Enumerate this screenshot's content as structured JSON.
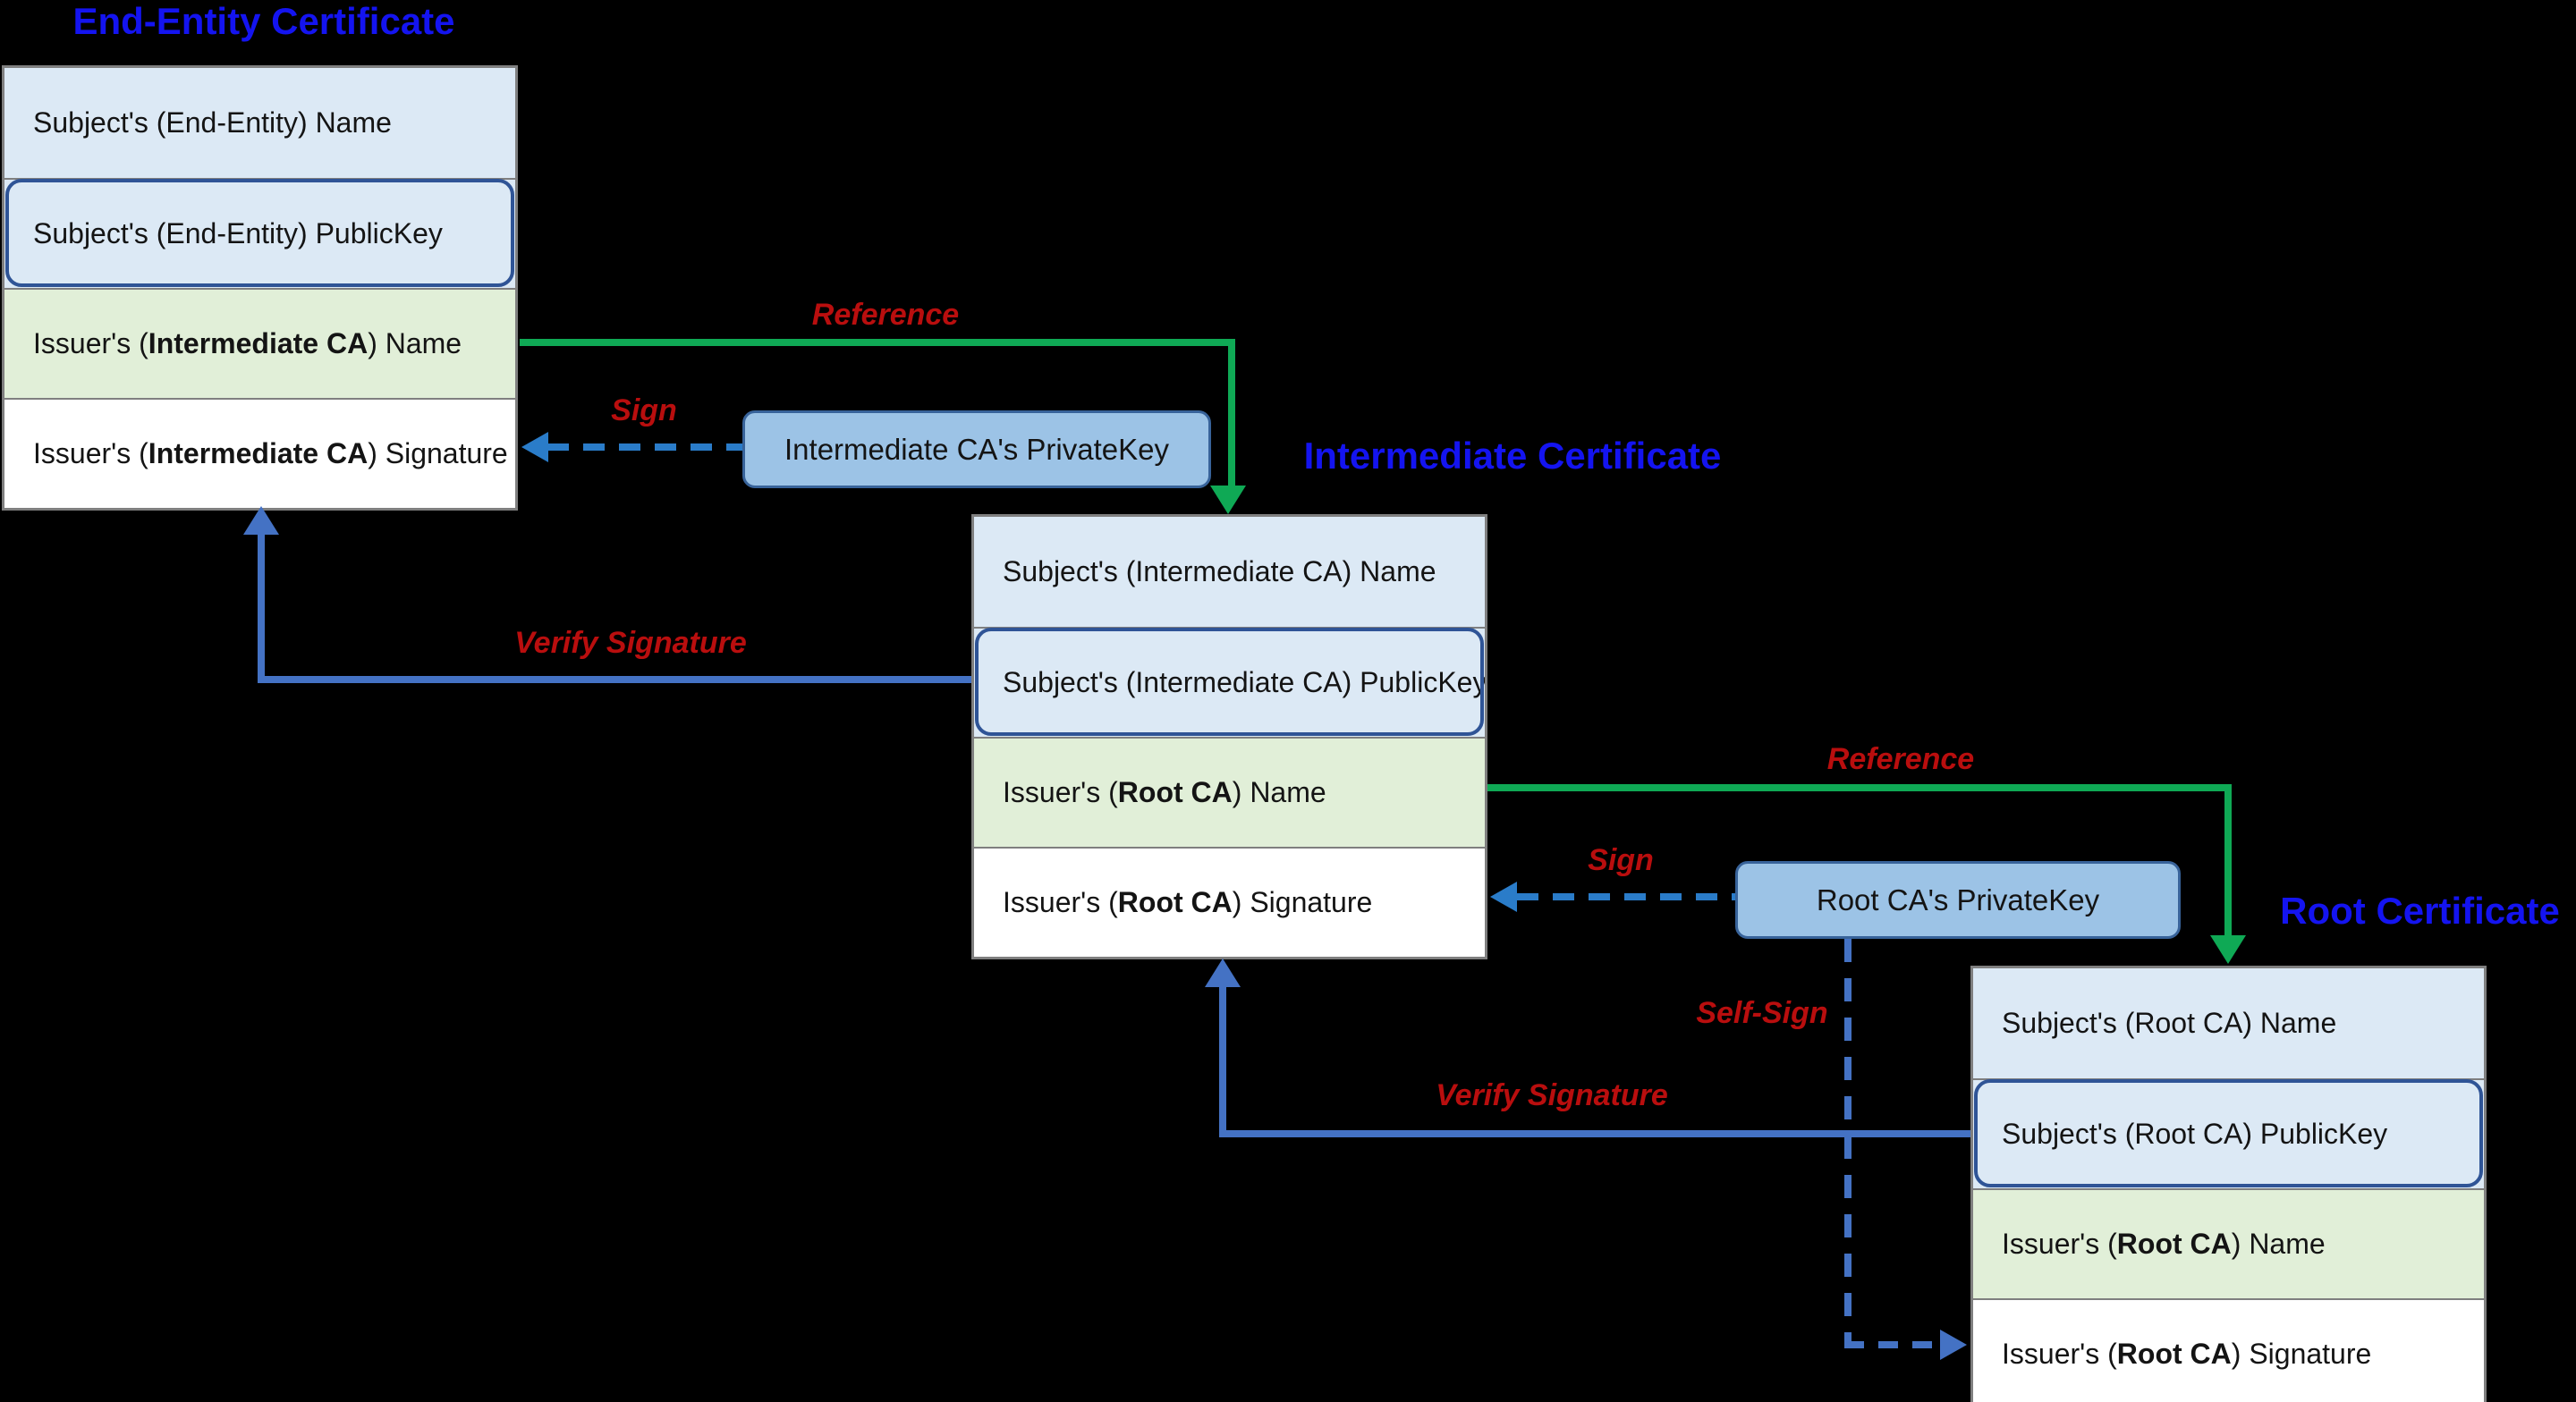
{
  "diagram": {
    "description": "X.509 certificate chain of trust",
    "colors": {
      "background": "#000000",
      "title_text": "#1414f0",
      "label_text": "#b90e0e",
      "reference_arrow": "#0fa955",
      "sign_arrow": "#2a7cc9",
      "verify_arrow": "#4472c4",
      "row_blue_fill": "#dce9f5",
      "row_green_fill": "#e1efd8",
      "row_white_fill": "#ffffff",
      "pubkey_outline": "#2f5496",
      "key_box_fill": "#9cc3e6",
      "key_box_border": "#38639a",
      "cert_border": "#7f7f7f"
    }
  },
  "certs": [
    {
      "title": "End-Entity Certificate",
      "rows": [
        {
          "pre": "Subject's (End-Entity) Name",
          "bold": "",
          "post": ""
        },
        {
          "pre": "Subject's (End-Entity) PublicKey",
          "bold": "",
          "post": ""
        },
        {
          "pre": "Issuer's (",
          "bold": "Intermediate CA",
          "post": ") Name"
        },
        {
          "pre": "Issuer's (",
          "bold": "Intermediate CA",
          "post": ") Signature"
        }
      ]
    },
    {
      "title": "Intermediate Certificate",
      "rows": [
        {
          "pre": "Subject's (Intermediate CA) Name",
          "bold": "",
          "post": ""
        },
        {
          "pre": "Subject's (Intermediate CA) PublicKey",
          "bold": "",
          "post": ""
        },
        {
          "pre": "Issuer's (",
          "bold": "Root CA",
          "post": ") Name"
        },
        {
          "pre": "Issuer's (",
          "bold": "Root CA",
          "post": ") Signature"
        }
      ]
    },
    {
      "title": "Root Certificate",
      "rows": [
        {
          "pre": "Subject's (Root CA) Name",
          "bold": "",
          "post": ""
        },
        {
          "pre": "Subject's (Root CA) PublicKey",
          "bold": "",
          "post": ""
        },
        {
          "pre": "Issuer's (",
          "bold": "Root CA",
          "post": ") Name"
        },
        {
          "pre": "Issuer's (",
          "bold": "Root CA",
          "post": ") Signature"
        }
      ]
    }
  ],
  "keys": [
    {
      "label": "Intermediate CA's PrivateKey"
    },
    {
      "label": "Root CA's PrivateKey"
    }
  ],
  "labels": {
    "reference_1": "Reference",
    "sign_1": "Sign",
    "verify_1": "Verify Signature",
    "reference_2": "Reference",
    "sign_2": "Sign",
    "verify_2": "Verify Signature",
    "self_sign": "Self-Sign"
  }
}
